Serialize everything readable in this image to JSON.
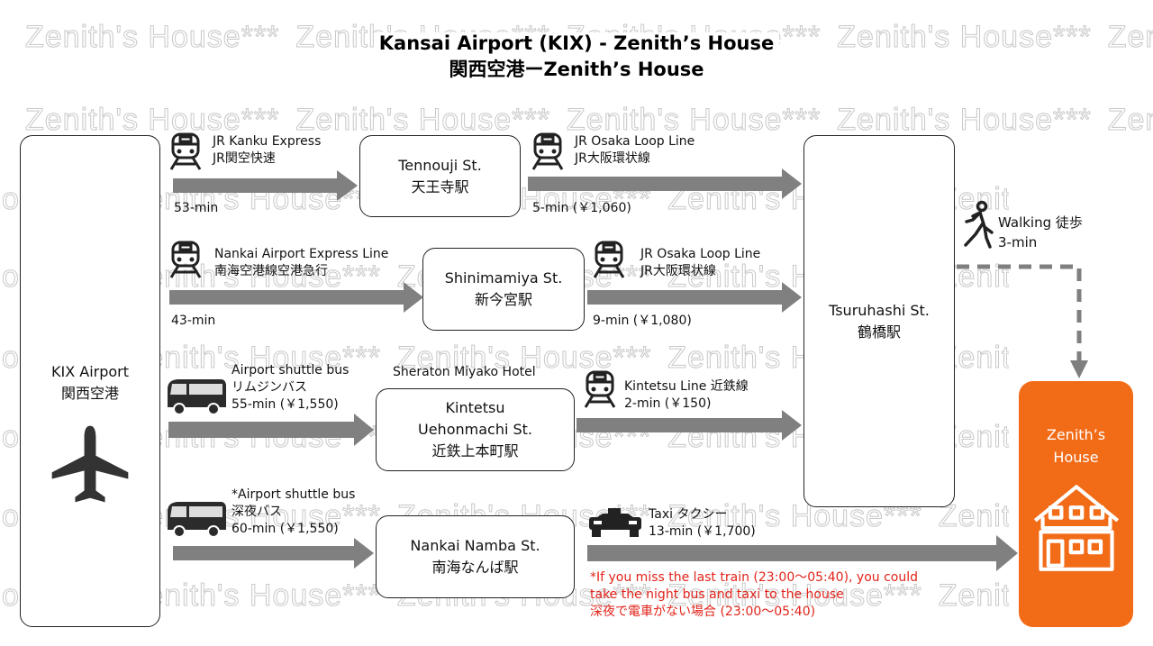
{
  "watermark": "Zenith's House***",
  "title": {
    "line1": "Kansai Airport (KIX) - Zenith’s House",
    "line2": "関西空港ーZenith’s House"
  },
  "origin": {
    "name": "KIX Airport",
    "name_ja": "関西空港",
    "icon": "airplane-icon"
  },
  "stations": {
    "tennouji": {
      "name": "Tennouji St.",
      "name_ja": "天王寺駅"
    },
    "shinimamiya": {
      "name": "Shinimamiya St.",
      "name_ja": "新今宮駅"
    },
    "uehonmachi": {
      "line1": "Kintetsu",
      "line2": "Uehonmachi St.",
      "name_ja": "近鉄上本町駅",
      "caption": "Sheraton Miyako Hotel"
    },
    "namba": {
      "name": "Nankai Namba St.",
      "name_ja": "南海なんば駅"
    },
    "tsuruhashi": {
      "name": "Tsuruhashi St.",
      "name_ja": "鶴橋駅"
    }
  },
  "destination": {
    "line1": "Zenith’s",
    "line2": "House",
    "icon": "house-icon"
  },
  "routes": {
    "r1": {
      "icon": "train-icon",
      "line": "JR Kanku Express",
      "line_ja": "JR関空快速",
      "time": "53-min"
    },
    "r2": {
      "icon": "train-icon",
      "line": "Nankai Airport Express Line",
      "line_ja": "南海空港線空港急行",
      "time": "43-min"
    },
    "r3": {
      "icon": "bus-icon",
      "line": "Airport shuttle bus",
      "line_ja": "リムジンバス",
      "time": "55-min (￥1,550)"
    },
    "r4": {
      "icon": "bus-icon",
      "line": "*Airport shuttle bus",
      "line_ja": "深夜バス",
      "time": "60-min (￥1,550)"
    },
    "t1": {
      "icon": "train-icon",
      "line": "JR Osaka Loop Line",
      "line_ja": "JR大阪環状線",
      "time": "5-min (￥1,060)"
    },
    "t2": {
      "icon": "train-icon",
      "line": "JR Osaka Loop Line",
      "line_ja": "JR大阪環状線",
      "time": "9-min (￥1,080)"
    },
    "t3": {
      "icon": "train-icon",
      "line": "Kintetsu Line 近鉄線",
      "time": "2-min (￥150)"
    },
    "taxi": {
      "icon": "taxi-icon",
      "line": "Taxi タクシー",
      "time": "13-min (￥1,700)"
    },
    "walk": {
      "icon": "walking-icon",
      "line": "Walking 徒歩",
      "time": "3-min"
    }
  },
  "note": {
    "line1": "*If you miss the last train (23:00～05:40), you could",
    "line2": "take the night bus and taxi to the house",
    "line3": "深夜で電車がない場合 (23:00～05:40)"
  },
  "colors": {
    "arrow": "#808080",
    "dash": "#7f7f7f",
    "destination": "#f26b17",
    "note": "#e2231a"
  }
}
